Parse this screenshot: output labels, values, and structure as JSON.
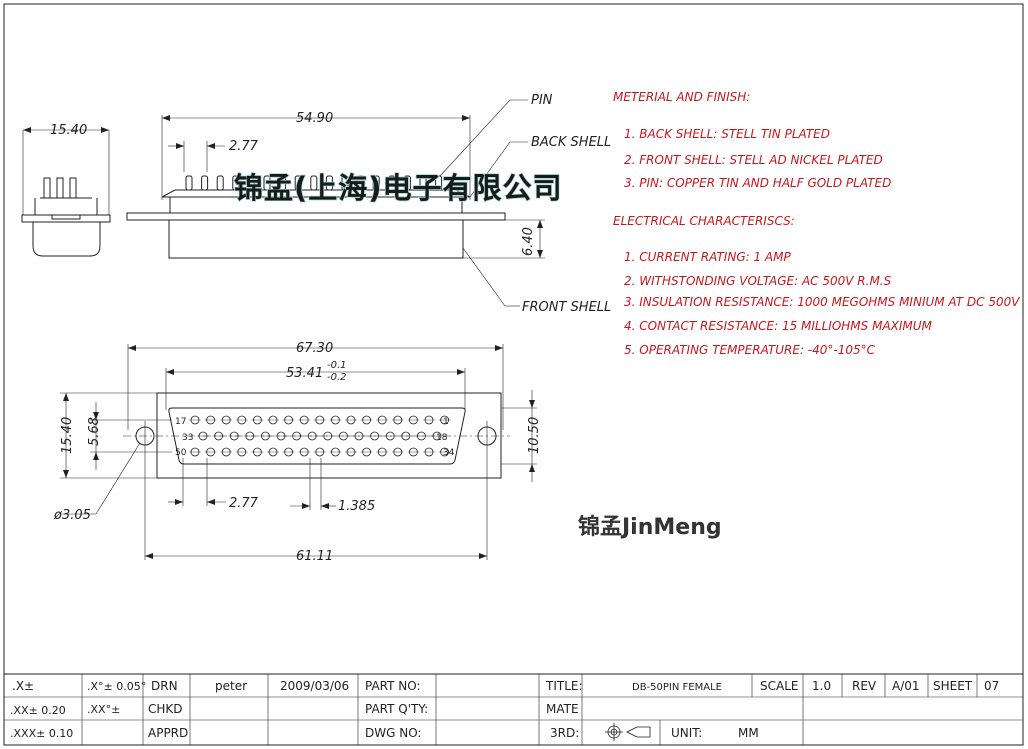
{
  "views": {
    "side": {
      "dim_width": "15.40",
      "dim_pitch": "2.77",
      "dim_length": "54.90",
      "dim_height": "6.40",
      "label_pin": "PIN",
      "label_back_shell": "BACK SHELL",
      "label_front_shell": "FRONT SHELL"
    },
    "front": {
      "dim_overall": "67.30",
      "dim_shell": "53.41",
      "tol_upper": "-0.1",
      "tol_lower": "-0.2",
      "dim_height": "15.40",
      "dim_inner": "5.68",
      "dim_right": "10.50",
      "dim_pitch": "2.77",
      "dim_offset": "1.385",
      "dim_hole": "ø3.05",
      "dim_mount": "61.11",
      "pin_labels": [
        "17",
        "1",
        "33",
        "18",
        "50",
        "34"
      ]
    }
  },
  "watermark": "锦孟(上海)电子有限公司",
  "logo": "锦孟JinMeng",
  "specs": {
    "material_title": "METERIAL AND FINISH:",
    "material_items": [
      "1. BACK SHELL: STELL TIN PLATED",
      "2. FRONT SHELL: STELL AD NICKEL PLATED",
      "3. PIN: COPPER TIN AND HALF GOLD PLATED"
    ],
    "electrical_title": "ELECTRICAL CHARACTERISCS:",
    "electrical_items": [
      "1. CURRENT RATING: 1 AMP",
      "2. WITHSTONDING VOLTAGE: AC 500V R.M.S",
      "3. INSULATION RESISTANCE: 1000 MEGOHMS MINIUM AT DC 500V",
      "4. CONTACT RESISTANCE: 15 MILLIOHMS MAXIMUM",
      "5. OPERATING TEMPERATURE: -40°-105°C"
    ]
  },
  "title_block": {
    "tol_x": ".X±",
    "tol_x_ang": ".X°± 0.05°",
    "tol_xx": ".XX± 0.20",
    "tol_xx_ang": ".XX°±",
    "tol_xxx": ".XXX± 0.10",
    "drn_label": "DRN",
    "drn_name": "peter",
    "drn_date": "2009/03/06",
    "chkd_label": "CHKD",
    "apprd_label": "APPRD",
    "part_no_label": "PART NO:",
    "part_qty_label": "PART Q'TY:",
    "dwg_no_label": "DWG NO:",
    "title_label": "TITLE:",
    "title_value": "DB-50PIN FEMALE",
    "mate_label": "MATE",
    "third_label": "3RD:",
    "scale_label": "SCALE",
    "scale_value": "1.0",
    "rev_label": "REV",
    "rev_value": "A/01",
    "sheet_label": "SHEET",
    "sheet_value": "07",
    "unit_label": "UNIT:",
    "unit_value": "MM"
  }
}
